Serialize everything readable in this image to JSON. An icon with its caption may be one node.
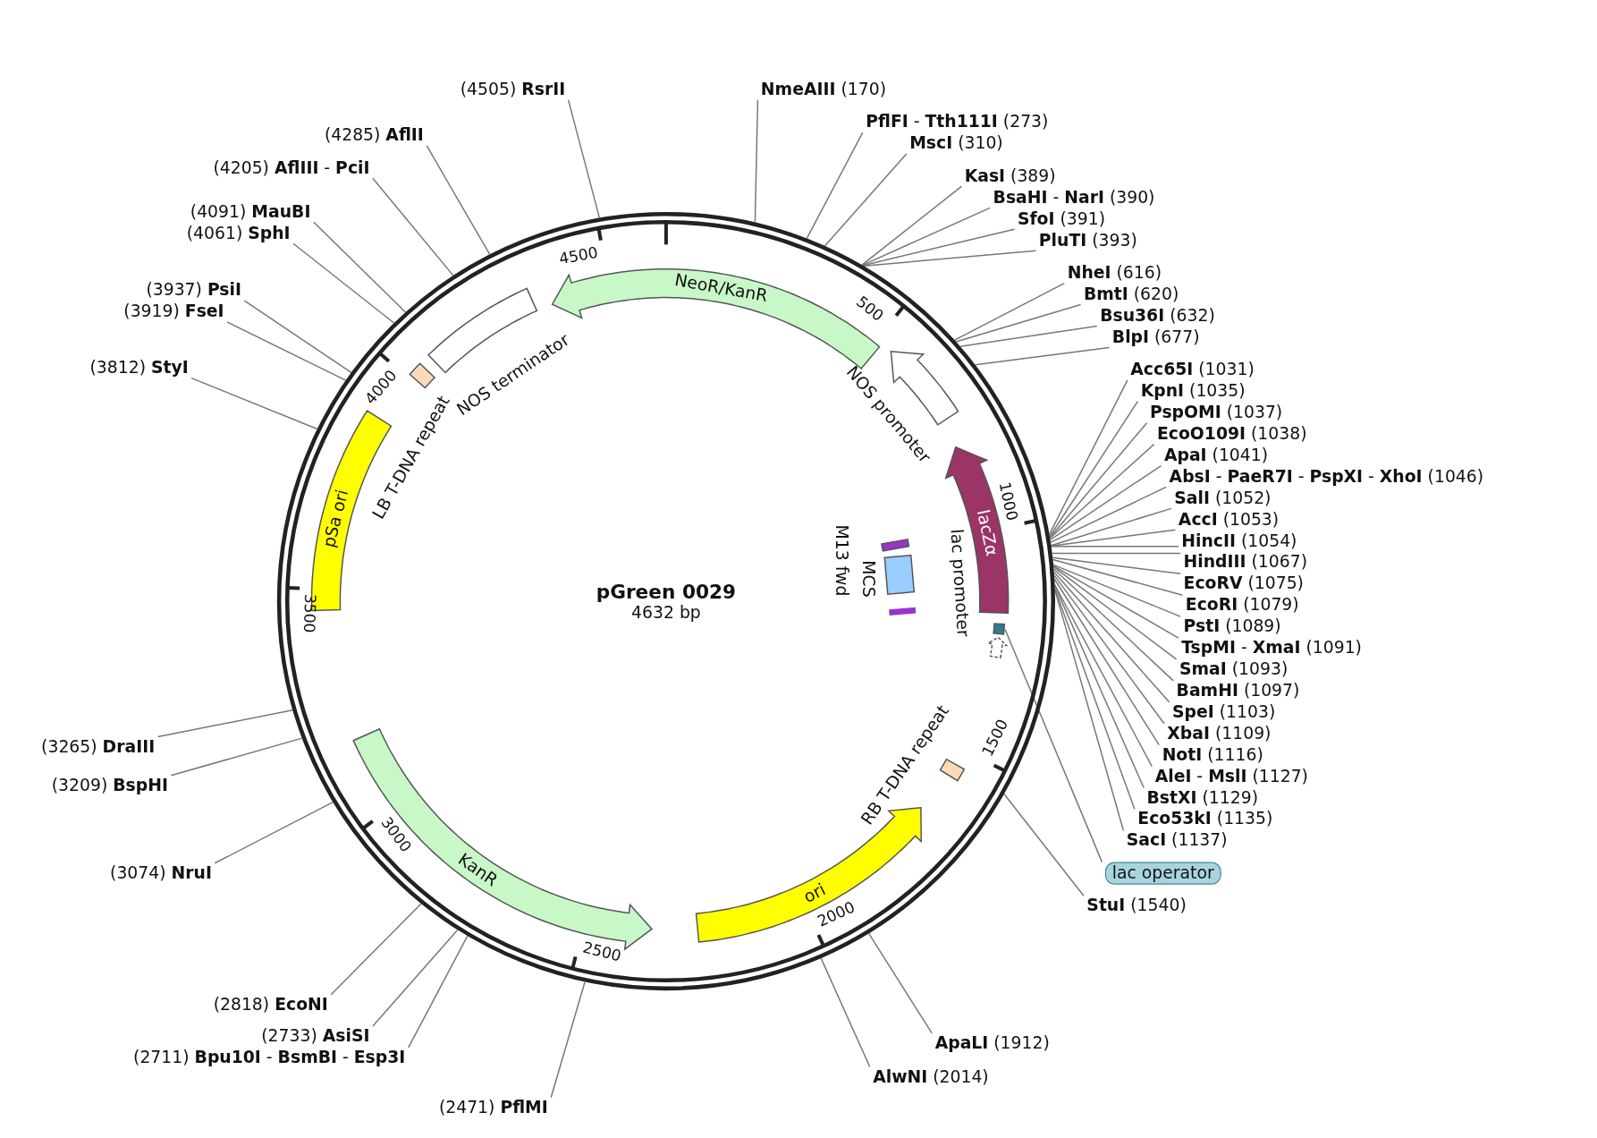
{
  "diagram": {
    "nodes": [
      {
        "text": [
          "pGreen 0029",
          "4632 bp"
        ]
      },
      {
        "text": [
          "NeoR/KanR"
        ],
        "in": 0
      },
      {
        "text": [
          "NOS terminator"
        ],
        "in": 0
      },
      {
        "text": [
          "LB T-DNA repeat"
        ],
        "in": 0
      },
      {
        "text": [
          "pSa ori"
        ],
        "in": 0
      },
      {
        "text": [
          "NOS promoter"
        ],
        "in": 0
      },
      {
        "text": [
          "lacZα"
        ],
        "in": 0
      },
      {
        "text": [
          "lac promoter"
        ],
        "in": 0
      },
      {
        "text": [],
        "shape": "box",
        "in": 0
      },
      {
        "text": [
          "MCS"
        ],
        "in": 0
      },
      {
        "text": [
          "M13 fwd"
        ],
        "in": 0
      },
      {
        "text": [],
        "shape": "bar",
        "in": 0
      },
      {
        "text": [
          "RB T-DNA repeat"
        ],
        "in": 0
      },
      {
        "text": [
          "ori"
        ],
        "in": 0
      },
      {
        "text": [
          "KanR"
        ],
        "in": 0
      },
      {
        "text": [
          "**NmeAIII** (170)"
        ]
      },
      {
        "text": [
          "**PflFI** - **Tth111I** (273)"
        ]
      },
      {
        "text": [
          "**MscI** (310)"
        ]
      },
      {
        "text": [
          "**KasI** (389)"
        ]
      },
      {
        "text": [
          "**BsaHI** - **NarI** (390)"
        ]
      },
      {
        "text": [
          "**SfoI** (391)"
        ]
      },
      {
        "text": [
          "**PluTI** (393)"
        ]
      },
      {
        "text": [
          "**NheI** (616)"
        ]
      },
      {
        "text": [
          "**BmtI** (620)"
        ]
      },
      {
        "text": [
          "**Bsu36I** (632)"
        ]
      },
      {
        "text": [
          "**BlpI** (677)"
        ]
      },
      {
        "text": [
          "**Acc65I** (1031)"
        ]
      },
      {
        "text": [
          "**KpnI** (1035)"
        ]
      },
      {
        "text": [
          "**PspOMI** (1037)"
        ]
      },
      {
        "text": [
          "**EcoO109I** (1038)"
        ]
      },
      {
        "text": [
          "**ApaI** (1041)"
        ]
      },
      {
        "text": [
          "**AbsI** - **PaeR7I** - **PspXI** - **XhoI** (1046)"
        ]
      },
      {
        "text": [
          "**SalI** (1052)"
        ]
      },
      {
        "text": [
          "**AccI** (1053)"
        ]
      },
      {
        "text": [
          "**HincII** (1054)"
        ]
      },
      {
        "text": [
          "**HindIII** (1067)"
        ]
      },
      {
        "text": [
          "**EcoRV** (1075)"
        ]
      },
      {
        "text": [
          "**EcoRI** (1079)"
        ]
      },
      {
        "text": [
          "**PstI** (1089)"
        ]
      },
      {
        "text": [
          "**TspMI** - **XmaI** (1091)"
        ]
      },
      {
        "text": [
          "**SmaI** (1093)"
        ]
      },
      {
        "text": [
          "**BamHI** (1097)"
        ]
      },
      {
        "text": [
          "**SpeI** (1103)"
        ]
      },
      {
        "text": [
          "**XbaI** (1109)"
        ]
      },
      {
        "text": [
          "**NotI** (1116)"
        ]
      },
      {
        "text": [
          "**AleI** - **MslI** (1127)"
        ]
      },
      {
        "text": [
          "**BstXI** (1129)"
        ]
      },
      {
        "text": [
          "**Eco53kI** (1135)"
        ]
      },
      {
        "text": [
          "**SacI** (1137)"
        ]
      },
      {
        "text": [
          "lac operator"
        ]
      },
      {
        "text": [
          "**StuI** (1540)"
        ]
      },
      {
        "text": [
          "**ApaLI** (1912)"
        ]
      },
      {
        "text": [
          "**AlwNI** (2014)"
        ]
      },
      {
        "text": [
          "(2471) **PflMI**"
        ]
      },
      {
        "text": [
          "(2711) **Bpu10I** - **BsmBI** - **Esp3I**"
        ]
      },
      {
        "text": [
          "(2733) **AsiSI**"
        ]
      },
      {
        "text": [
          "(2818) **EcoNI**"
        ]
      },
      {
        "text": [
          "(3074) **NruI**"
        ]
      },
      {
        "text": [
          "(3209) **BspHI**"
        ]
      },
      {
        "text": [
          "(3265) **DraIII**"
        ]
      },
      {
        "text": [
          "(3812) **StyI**"
        ]
      },
      {
        "text": [
          "(3919) **FseI**"
        ]
      },
      {
        "text": [
          "(3937) **PsiI**"
        ]
      },
      {
        "text": [
          "(4061) **SphI**"
        ]
      },
      {
        "text": [
          "(4091) **MauBI**"
        ]
      },
      {
        "text": [
          "(4205) **AflIII** - **PciI**"
        ]
      },
      {
        "text": [
          "(4285) **AflII**"
        ]
      },
      {
        "text": [
          "(4505) **RsrII**"
        ]
      }
    ],
    "edges": [
      {
        "from": 15,
        "to": 0,
        "arrow": "none"
      },
      {
        "from": 16,
        "to": 0,
        "arrow": "none"
      },
      {
        "from": 17,
        "to": 0,
        "arrow": "none"
      },
      {
        "from": 18,
        "to": 0,
        "arrow": "none"
      },
      {
        "from": 19,
        "to": 0,
        "arrow": "none"
      },
      {
        "from": 20,
        "to": 0,
        "arrow": "none"
      },
      {
        "from": 21,
        "to": 0,
        "arrow": "none"
      },
      {
        "from": 22,
        "to": 0,
        "arrow": "none"
      },
      {
        "from": 23,
        "to": 0,
        "arrow": "none"
      },
      {
        "from": 24,
        "to": 0,
        "arrow": "none"
      },
      {
        "from": 25,
        "to": 0,
        "arrow": "none"
      },
      {
        "from": 26,
        "to": 0,
        "arrow": "none"
      },
      {
        "from": 27,
        "to": 0,
        "arrow": "none"
      },
      {
        "from": 28,
        "to": 0,
        "arrow": "none"
      },
      {
        "from": 29,
        "to": 0,
        "arrow": "none"
      },
      {
        "from": 30,
        "to": 0,
        "arrow": "none"
      },
      {
        "from": 31,
        "to": 0,
        "arrow": "none"
      },
      {
        "from": 32,
        "to": 0,
        "arrow": "none"
      },
      {
        "from": 33,
        "to": 0,
        "arrow": "none"
      },
      {
        "from": 34,
        "to": 0,
        "arrow": "none"
      },
      {
        "from": 35,
        "to": 0,
        "arrow": "none"
      },
      {
        "from": 36,
        "to": 0,
        "arrow": "none"
      },
      {
        "from": 37,
        "to": 0,
        "arrow": "none"
      },
      {
        "from": 38,
        "to": 0,
        "arrow": "none"
      },
      {
        "from": 39,
        "to": 0,
        "arrow": "none"
      },
      {
        "from": 40,
        "to": 0,
        "arrow": "none"
      },
      {
        "from": 41,
        "to": 0,
        "arrow": "none"
      },
      {
        "from": 42,
        "to": 0,
        "arrow": "none"
      },
      {
        "from": 43,
        "to": 0,
        "arrow": "none"
      },
      {
        "from": 44,
        "to": 0,
        "arrow": "none"
      },
      {
        "from": 45,
        "to": 0,
        "arrow": "none"
      },
      {
        "from": 46,
        "to": 0,
        "arrow": "none"
      },
      {
        "from": 47,
        "to": 0,
        "arrow": "none"
      },
      {
        "from": 48,
        "to": 0,
        "arrow": "none"
      },
      {
        "from": 49,
        "to": 8,
        "arrow": "none"
      },
      {
        "from": 50,
        "to": 0,
        "arrow": "none"
      },
      {
        "from": 51,
        "to": 0,
        "arrow": "none"
      },
      {
        "from": 52,
        "to": 0,
        "arrow": "none"
      },
      {
        "from": 53,
        "to": 0,
        "arrow": "none"
      },
      {
        "from": 54,
        "to": 0,
        "arrow": "none"
      },
      {
        "from": 55,
        "to": 0,
        "arrow": "none"
      },
      {
        "from": 56,
        "to": 0,
        "arrow": "none"
      },
      {
        "from": 57,
        "to": 0,
        "arrow": "none"
      },
      {
        "from": 58,
        "to": 0,
        "arrow": "none"
      },
      {
        "from": 59,
        "to": 0,
        "arrow": "none"
      },
      {
        "from": 60,
        "to": 0,
        "arrow": "none"
      },
      {
        "from": 61,
        "to": 0,
        "arrow": "none"
      },
      {
        "from": 62,
        "to": 0,
        "arrow": "none"
      },
      {
        "from": 63,
        "to": 0,
        "arrow": "none"
      },
      {
        "from": 64,
        "to": 0,
        "arrow": "none"
      },
      {
        "from": 65,
        "to": 0,
        "arrow": "none"
      },
      {
        "from": 66,
        "to": 0,
        "arrow": "none"
      },
      {
        "from": 67,
        "to": 0,
        "arrow": "none"
      }
    ],
    "labels": [
      "500",
      "1000",
      "1500",
      "2000",
      "2500",
      "3000",
      "3500",
      "4000",
      "4500"
    ]
  }
}
